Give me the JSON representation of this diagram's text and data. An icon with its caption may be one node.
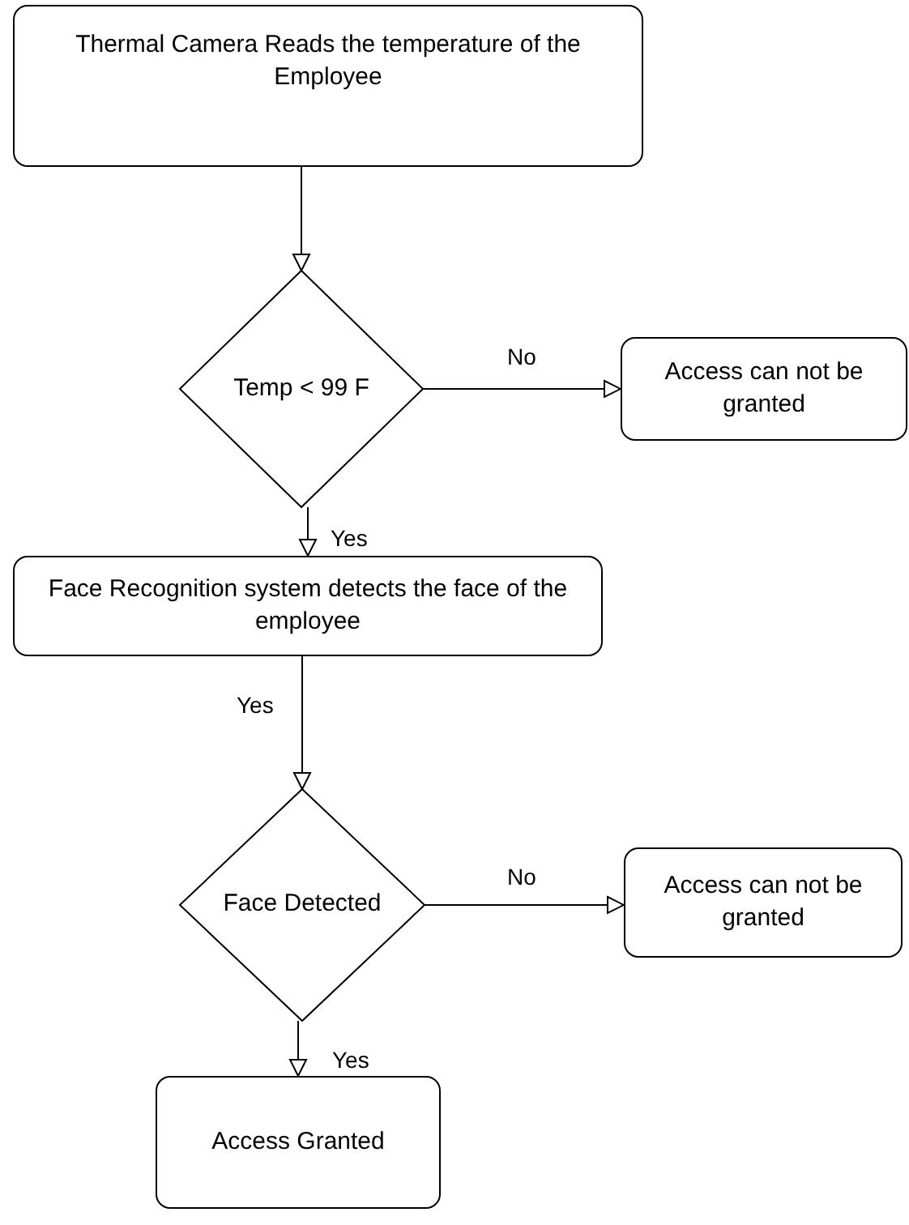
{
  "diagram": {
    "nodes": [
      {
        "text": [
          "Thermal Camera Reads the temperature of the Employee"
        ]
      },
      {
        "text": [
          "Temp < 99 F"
        ]
      },
      {
        "text": [
          "Access can not be granted"
        ]
      },
      {
        "text": [
          "Face Recognition system detects the face of the employee"
        ]
      },
      {
        "text": [
          "Face Detected"
        ]
      },
      {
        "text": [
          "Access can not be granted"
        ]
      },
      {
        "text": [
          "Access Granted"
        ]
      }
    ],
    "edges": [
      {
        "from": 0,
        "to": 1,
        "arrow": "to"
      },
      {
        "from": 1,
        "to": 2,
        "arrow": "to",
        "label": "No"
      },
      {
        "from": 1,
        "to": 3,
        "arrow": "to",
        "label": "Yes"
      },
      {
        "from": 3,
        "to": 4,
        "arrow": "to",
        "label": "Yes"
      },
      {
        "from": 4,
        "to": 5,
        "arrow": "to",
        "label": "No"
      },
      {
        "from": 4,
        "to": 6,
        "arrow": "to",
        "label": "Yes"
      }
    ]
  }
}
